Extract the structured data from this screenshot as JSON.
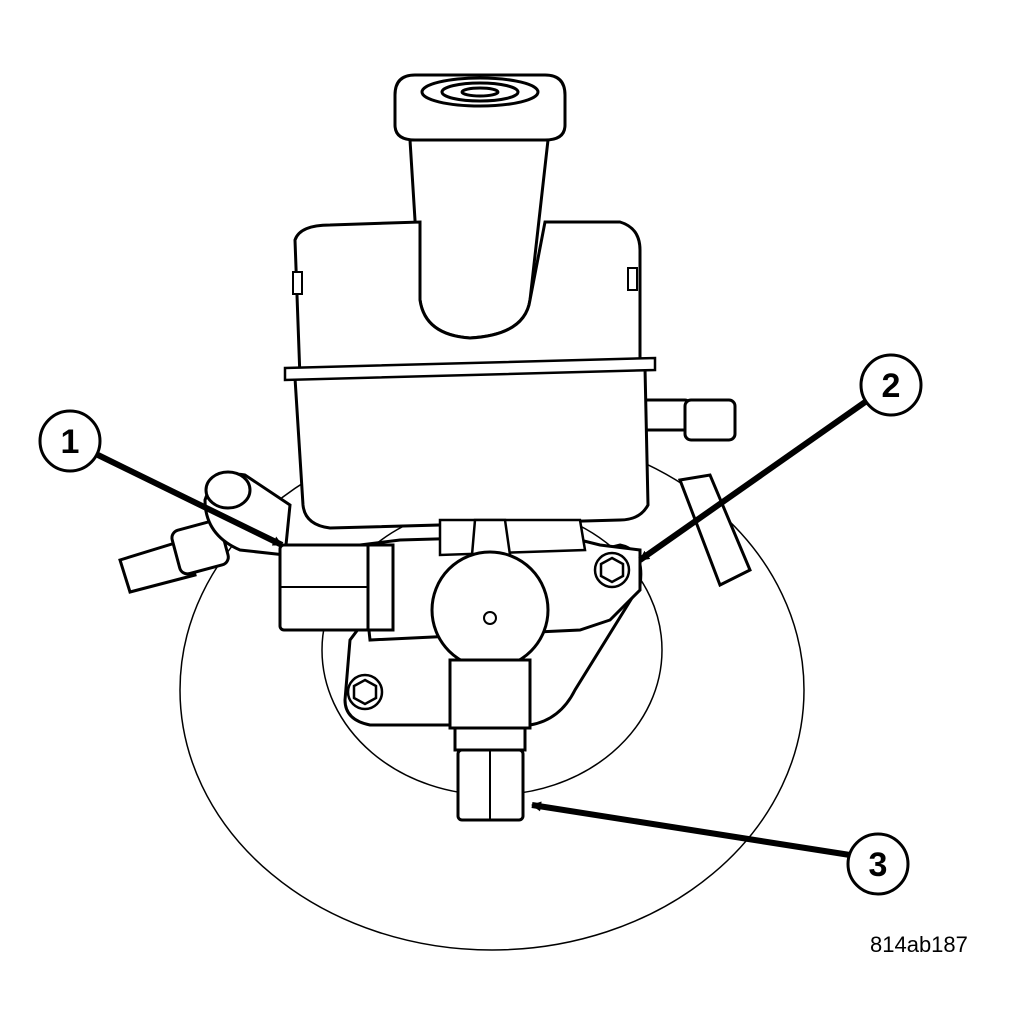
{
  "figure": {
    "id_label": "814ab187"
  },
  "callouts": [
    {
      "number": "1"
    },
    {
      "number": "2"
    },
    {
      "number": "3"
    }
  ],
  "colors": {
    "line": "#000000",
    "fill": "#ffffff"
  }
}
